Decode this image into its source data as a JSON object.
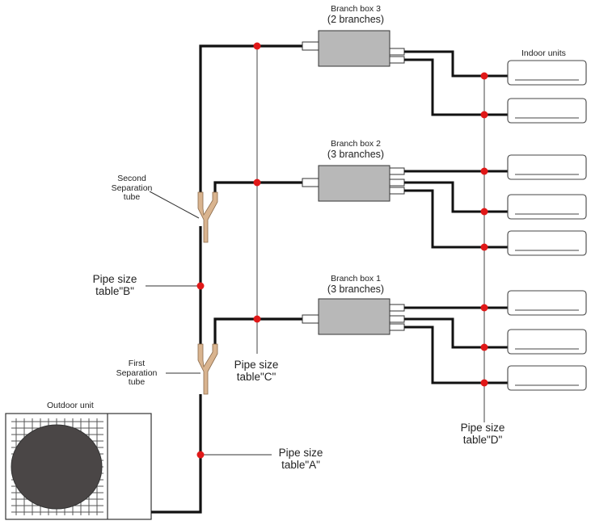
{
  "branch_boxes": [
    {
      "title": "Branch box 3",
      "subtitle": "(2 branches)"
    },
    {
      "title": "Branch box 2",
      "subtitle": "(3 branches)"
    },
    {
      "title": "Branch box 1",
      "subtitle": "(3 branches)"
    }
  ],
  "indoor_units_label": "Indoor units",
  "outdoor_unit_label": "Outdoor unit",
  "second_separation": {
    "line1": "Second",
    "line2": "Separation",
    "line3": "tube"
  },
  "first_separation": {
    "line1": "First",
    "line2": "Separation",
    "line3": "tube"
  },
  "pipe_tables": {
    "a": {
      "line1": "Pipe size",
      "line2": "table\"A\""
    },
    "b": {
      "line1": "Pipe size",
      "line2": "table\"B\""
    },
    "c": {
      "line1": "Pipe size",
      "line2": "table\"C\""
    },
    "d": {
      "line1": "Pipe size",
      "line2": "table\"D\""
    }
  },
  "colors": {
    "pipe": "#111111",
    "marker": "#e01818",
    "box": "#b8b8b8",
    "tube": "#d9b48f"
  }
}
